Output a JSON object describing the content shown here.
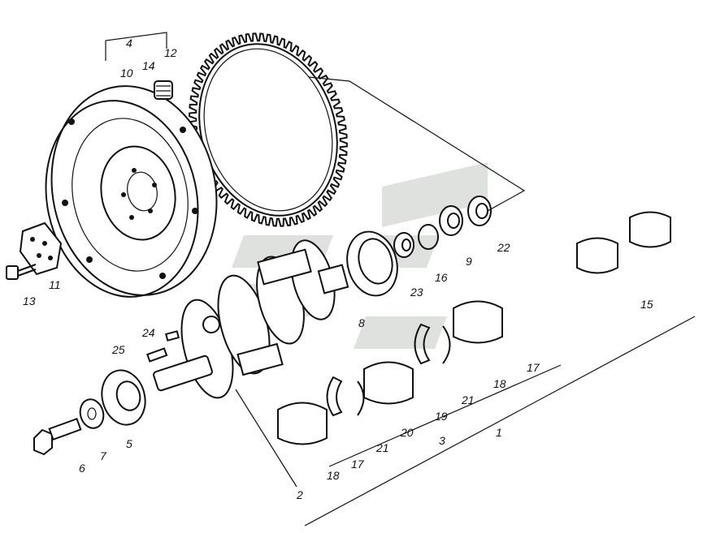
{
  "colors": {
    "ink": "#111111",
    "background": "#ffffff",
    "watermark": "#b9bdb9"
  },
  "labels": {
    "l1": "1",
    "l2": "2",
    "l3": "3",
    "l4": "4",
    "l5": "5",
    "l6": "6",
    "l7": "7",
    "l8": "8",
    "l9": "9",
    "l10": "10",
    "l11": "11",
    "l12": "12",
    "l13": "13",
    "l14": "14",
    "l15": "15",
    "l16": "16",
    "l17a": "17",
    "l17b": "17",
    "l18a": "18",
    "l18b": "18",
    "l19": "19",
    "l20": "20",
    "l21a": "21",
    "l21b": "21",
    "l22": "22",
    "l23": "23",
    "l24": "24",
    "l25": "25"
  },
  "gear": {
    "teeth": 68
  },
  "watermark": {
    "icon": "logo-watermark-icon"
  }
}
